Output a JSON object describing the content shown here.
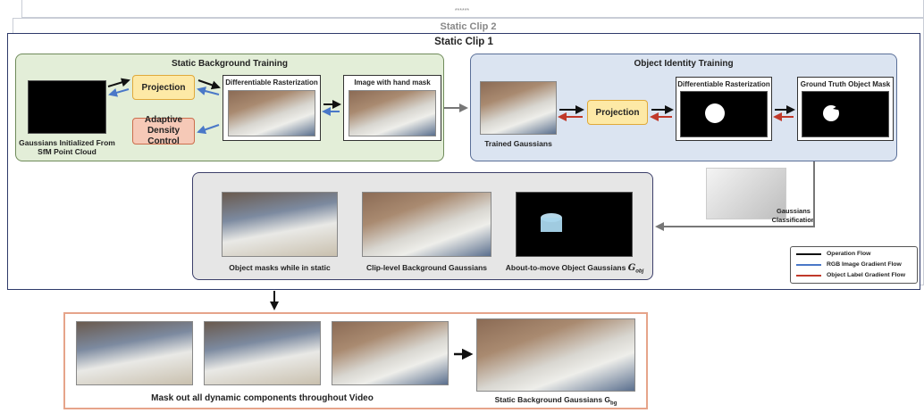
{
  "top_marker": "******",
  "static_clip_2_title": "Static Clip 2",
  "static_clip_1_title": "Static Clip 1",
  "static_bg": {
    "title": "Static Background Training",
    "gaussians_caption": "Gaussians Initialized From SfM Point Cloud",
    "projection": "Projection",
    "adaptive": "Adaptive Density Control",
    "diff_raster": "Differentiable Rasterization",
    "hand_mask": "Image with hand mask"
  },
  "obj_id": {
    "title": "Object Identity Training",
    "trained_caption": "Trained Gaussians",
    "projection": "Projection",
    "diff_raster": "Differentiable Rasterization",
    "gt_mask": "Ground Truth Object Mask"
  },
  "classification_label": "Gaussians Classification",
  "results": {
    "obj_static": "Object masks while in static",
    "clip_bg": "Clip-level Background Gaussians",
    "move_obj": "About-to-move Object Gaussians",
    "move_obj_symbol": "G",
    "move_obj_sub": "obj"
  },
  "legend": {
    "items": [
      {
        "label": "Operation Flow",
        "color": "#111111"
      },
      {
        "label": "RGB Image Gradient Flow",
        "color": "#4a78c8"
      },
      {
        "label": "Object Label Gradient Flow",
        "color": "#c0392b"
      }
    ]
  },
  "bottom": {
    "mask_caption": "Mask out all dynamic components throughout Video",
    "bg_caption": "Static Background Gaussians G",
    "bg_sub": "bg"
  }
}
